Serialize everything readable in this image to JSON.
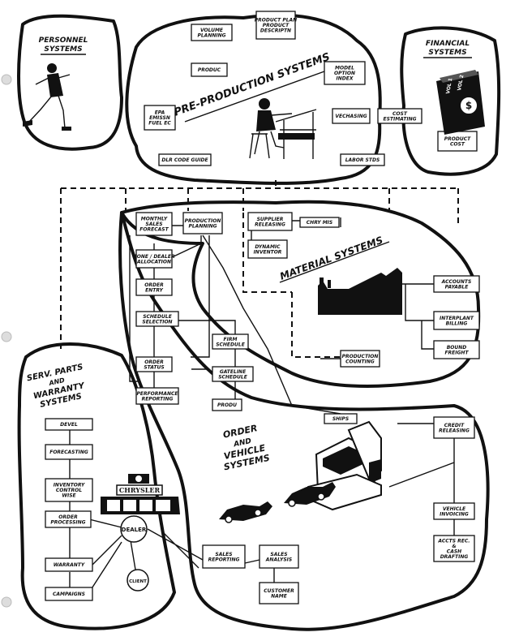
{
  "regions": {
    "personnel": [
      "PERSONNEL",
      "SYSTEMS"
    ],
    "preproduction": "PRE-PRODUCTION SYSTEMS",
    "financial": [
      "FINANCIAL",
      "SYSTEMS"
    ],
    "material": "MATERIAL SYSTEMS",
    "service": [
      "SERV. PARTS",
      "AND",
      "WARRANTY",
      "SYSTEMS"
    ],
    "order": [
      "ORDER",
      "AND",
      "VEHICLE",
      "SYSTEMS"
    ]
  },
  "boxes": {
    "volume_planning": [
      "VOLUME",
      "PLANNING"
    ],
    "product_plan": [
      "PRODUCT PLAN",
      "PRODUCT",
      "DESCRIPTN"
    ],
    "produc": [
      "PRODUC"
    ],
    "model_option_index": [
      "MODEL",
      "OPTION",
      "INDEX"
    ],
    "epa_emission": [
      "EPA",
      "EMISSN",
      "FUEL EC"
    ],
    "vechasing": [
      "VECHASING"
    ],
    "cost_estimating": [
      "COST",
      "ESTIMATING"
    ],
    "dlr_code_guide": [
      "DLR CODE GUIDE"
    ],
    "labor_stds": [
      "LABOR STDS"
    ],
    "product_cost": [
      "PRODUCT",
      "COST"
    ],
    "monthly_sales_forecast": [
      "MONTHLY",
      "SALES",
      "FORECAST"
    ],
    "production_planning": [
      "PRODUCTION",
      "PLANNING"
    ],
    "supplier_releasing": [
      "SUPPLIER",
      "RELEASING"
    ],
    "chry_mis": [
      "CHRY MIS"
    ],
    "dynamic_inventory": [
      "DYNAMIC",
      "INVENTOR"
    ],
    "zone_dealer_allocation": [
      "ZONE / DEALER",
      "ALLOCATION"
    ],
    "order_entry": [
      "ORDER",
      "ENTRY"
    ],
    "schedule_selection": [
      "SCHEDULE",
      "SELECTION"
    ],
    "accounts_payable": [
      "ACCOUNTS",
      "PAYABLE"
    ],
    "interplant_billing": [
      "INTERPLANT",
      "BILLING"
    ],
    "inbound_freight": [
      "BOUND",
      "FREIGHT"
    ],
    "firm_schedule": [
      "FIRM",
      "SCHEDULE"
    ],
    "production_counting": [
      "PRODUCTION",
      "COUNTING"
    ],
    "order_status": [
      "ORDER",
      "STATUS"
    ],
    "gateline_schedule": [
      "GATELINE",
      "SCHEDULE"
    ],
    "performance_reporting": [
      "PERFORMANCE",
      "REPORTING"
    ],
    "produc_2": [
      "PRODU"
    ],
    "shipping": [
      "SHIPS"
    ],
    "credit_releasing": [
      "CREDIT",
      "RELEASING"
    ],
    "dealer_devel": [
      "DEVEL"
    ],
    "forecasting": [
      "FORECASTING"
    ],
    "inventory_control": [
      "INVENTORY",
      "CONTROL",
      "WISE"
    ],
    "order_processing": [
      "ORDER",
      "PROCESSING"
    ],
    "warranty": [
      "WARRANTY"
    ],
    "campaigns": [
      "CAMPAIGNS"
    ],
    "vehicle_invoicing": [
      "VEHICLE",
      "INVOICING"
    ],
    "accts_rec": [
      "ACCTS REC.",
      "&",
      "CASH",
      "DRAFTING"
    ],
    "sales_reporting": [
      "SALES",
      "REPORTING"
    ],
    "sales_analysis": [
      "SALES",
      "ANALYSIS"
    ],
    "customer_name": [
      "CUSTOMER",
      "NAME"
    ]
  },
  "nodes": {
    "dealer": "DEALER",
    "client": "CLIENT",
    "chrysler": "CHRYSLER",
    "dollar": "$",
    "vol1": "VOL 1",
    "vol2": "VOL 2"
  }
}
